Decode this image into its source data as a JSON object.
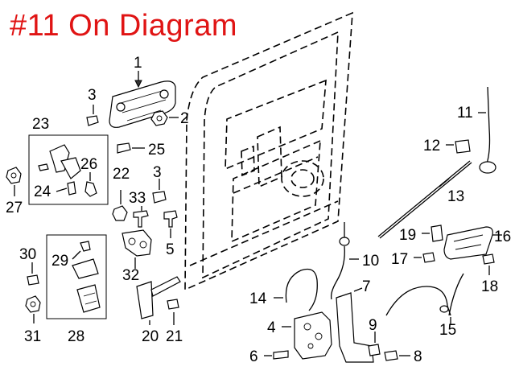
{
  "header": {
    "title": "#11 On Diagram",
    "title_color": "#e01414"
  },
  "callouts": {
    "c1": "1",
    "c2": "2",
    "c3a": "3",
    "c3b": "3",
    "c4": "4",
    "c5": "5",
    "c6": "6",
    "c7": "7",
    "c8": "8",
    "c9": "9",
    "c10": "10",
    "c11": "11",
    "c12": "12",
    "c13": "13",
    "c14": "14",
    "c15": "15",
    "c16": "16",
    "c17": "17",
    "c18": "18",
    "c19": "19",
    "c20": "20",
    "c21": "21",
    "c22": "22",
    "c23": "23",
    "c24": "24",
    "c25": "25",
    "c26": "26",
    "c27": "27",
    "c28": "28",
    "c29": "29",
    "c30": "30",
    "c31": "31",
    "c32": "32",
    "c33": "33"
  }
}
